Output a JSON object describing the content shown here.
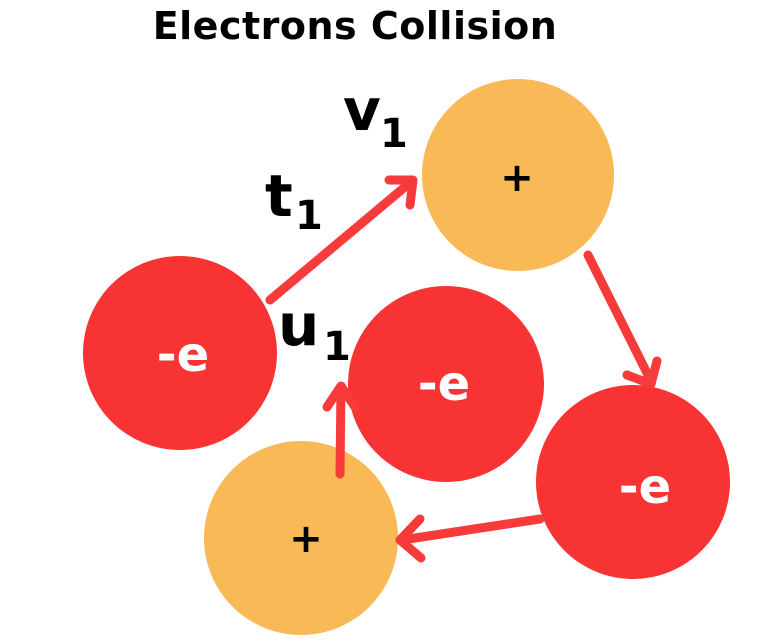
{
  "title": "Electrons Collision",
  "colors": {
    "electron": "#f73333",
    "ion": "#fab957",
    "arrow": "#f73a3a",
    "text": "#000000",
    "electron_text": "#ffffff"
  },
  "particles": {
    "electron_left": "-e",
    "electron_center": "-e",
    "electron_right": "-e",
    "ion_top": "+",
    "ion_bottom": "+"
  },
  "labels": {
    "v": {
      "main": "v",
      "sub": "1"
    },
    "t": {
      "main": "t",
      "sub": "1"
    },
    "u": {
      "main": "u",
      "sub": "1"
    }
  },
  "arrows": [
    {
      "name": "arrow-electron-to-top-ion"
    },
    {
      "name": "arrow-top-ion-to-right-electron"
    },
    {
      "name": "arrow-right-electron-to-bottom-ion"
    },
    {
      "name": "arrow-bottom-ion-to-center-electron"
    }
  ]
}
